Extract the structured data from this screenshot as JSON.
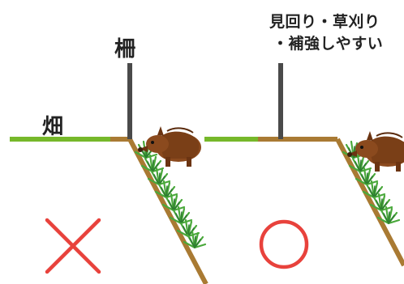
{
  "labels": {
    "fence": "柵",
    "field": "畑",
    "ok_line1": "見回り・草刈り",
    "ok_line2": "・補強しやすい"
  },
  "verdicts": {
    "left": "bad",
    "right": "good"
  },
  "colors": {
    "field_green": "#76b82a",
    "slope_brown": "#a97a33",
    "post_gray": "#4a4a4a",
    "mark_red": "#e8423c",
    "boar_brown": "#8b4a1e",
    "grass_green": "#49a83a"
  },
  "icons": {
    "wrong": "x-mark-icon",
    "right": "circle-mark-icon",
    "animal": "wild-boar-icon",
    "vegetation": "grass-icon"
  }
}
